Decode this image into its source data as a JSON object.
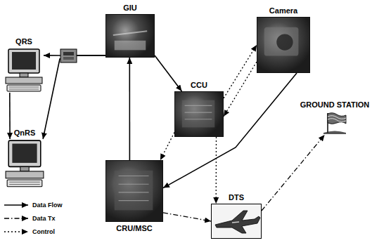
{
  "diagram": {
    "nodes": [
      {
        "text": [
          "GIU"
        ]
      },
      {
        "text": [
          "Camera"
        ]
      },
      {
        "text": [
          "QRS"
        ]
      },
      {
        "text": [
          "CCU"
        ]
      },
      {
        "text": [
          "QnRS"
        ]
      },
      {
        "text": [
          "GROUND STATION"
        ]
      },
      {
        "text": [
          "DTS"
        ]
      },
      {
        "text": [
          "CRU/MSC"
        ]
      }
    ],
    "edges": [
      {
        "from": 0,
        "to": 2,
        "arrow": "to"
      },
      {
        "from": 0,
        "to": 4,
        "arrow": "to"
      },
      {
        "from": 2,
        "to": 4,
        "arrow": "to"
      },
      {
        "from": 0,
        "to": 3,
        "arrow": "to"
      },
      {
        "from": 7,
        "to": 0,
        "arrow": "to"
      },
      {
        "from": 1,
        "to": 7,
        "arrow": "to"
      },
      {
        "from": 3,
        "to": 1,
        "arrow": "to"
      },
      {
        "from": 1,
        "to": 3,
        "arrow": "to"
      },
      {
        "from": 3,
        "to": 7,
        "arrow": "to"
      },
      {
        "from": 3,
        "to": 6,
        "arrow": "to"
      },
      {
        "from": 7,
        "to": 6,
        "arrow": "to"
      },
      {
        "from": 6,
        "to": 5,
        "arrow": "to"
      }
    ],
    "legend": [
      {
        "text": "Data Flow"
      },
      {
        "text": "Data Tx"
      },
      {
        "text": "Control"
      }
    ]
  }
}
